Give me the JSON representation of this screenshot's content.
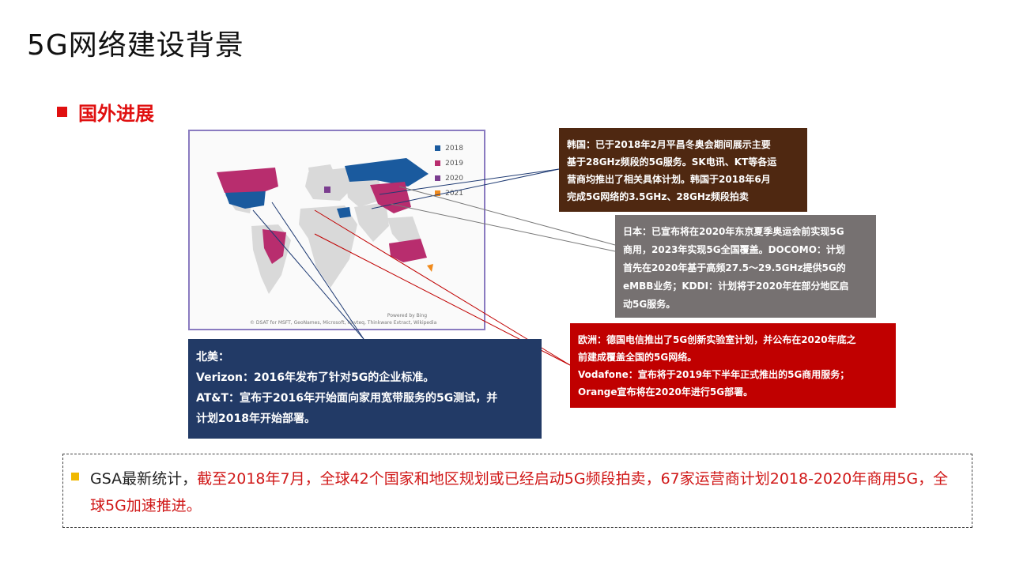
{
  "page": {
    "title": "5G网络建设背景",
    "section": "国外进展"
  },
  "map": {
    "legend": [
      {
        "label": "2018",
        "color": "#1a5a9e"
      },
      {
        "label": "2019",
        "color": "#b82d6e"
      },
      {
        "label": "2020",
        "color": "#7b3d8f"
      },
      {
        "label": "2021",
        "color": "#f08a1c"
      }
    ],
    "powered_by": "Powered by Bing",
    "credit": "© DSAT for MSFT, GeoNames, Microsoft, Navteq, Thinkware Extract, Wikipedia"
  },
  "korea": {
    "lines": [
      "韩国：已于2018年2月平昌冬奥会期间展示主要",
      "基于28GHz频段的5G服务。SK电讯、KT等各运",
      "营商均推出了相关具体计划。韩国于2018年6月",
      "完成5G网络的3.5GHz、28GHz频段拍卖"
    ]
  },
  "japan": {
    "lines": [
      "日本：已宣布将在2020年东京夏季奥运会前实现5G",
      "商用，2023年实现5G全国覆盖。DOCOMO：计划",
      "首先在2020年基于高频27.5～29.5GHz提供5G的",
      "eMBB业务；KDDI：计划将于2020年在部分地区启",
      "动5G服务。"
    ]
  },
  "europe": {
    "lines": [
      "欧洲：德国电信推出了5G创新实验室计划，并公布在2020年底之",
      "前建成覆盖全国的5G网络。",
      "Vodafone：宣布将于2019年下半年正式推出的5G商用服务；",
      "Orange宣布将在2020年进行5G部署。"
    ]
  },
  "north_america": {
    "lines": [
      "北美：",
      "Verizon：2016年发布了针对5G的企业标准。",
      "AT&T：宣布于2016年开始面向家用宽带服务的5G测试，并",
      "计划2018年开始部署。"
    ]
  },
  "stat": {
    "prefix": "GSA最新统计，",
    "highlight": "截至2018年7月，全球42个国家和地区规划或已经启动5G频段拍卖，67家运营商计划2018-2020年商用5G，全球5G加速推进。"
  }
}
